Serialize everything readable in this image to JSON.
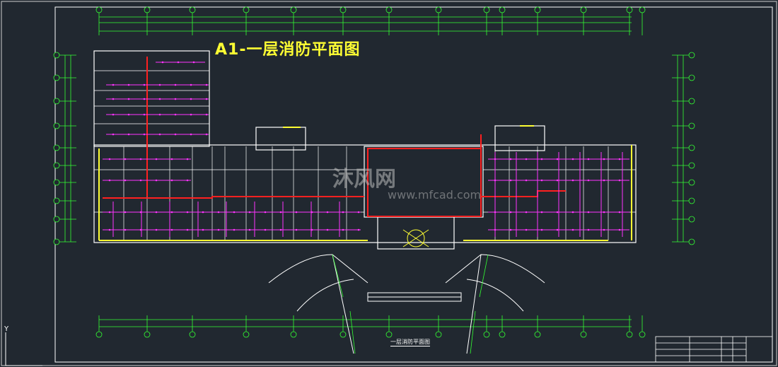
{
  "drawing": {
    "title": "A1-一层消防平面图",
    "sheet_name": "一层消防平面图",
    "watermark_brand": "沐风网",
    "watermark_url": "www.mfcad.com",
    "ucs_axis_label": "Y"
  },
  "colors": {
    "background": "#212830",
    "frame": "#ffffff",
    "walls": "#ffffff",
    "dimension": "#33ff33",
    "outline_yellow": "#ffff33",
    "fire_main_red": "#ff2020",
    "branch_magenta": "#ff33ff",
    "title_yellow": "#ffff33"
  },
  "icons": [
    "ucs-axis-icon",
    "axis-bubble-icon",
    "sprinkler-head-icon"
  ]
}
